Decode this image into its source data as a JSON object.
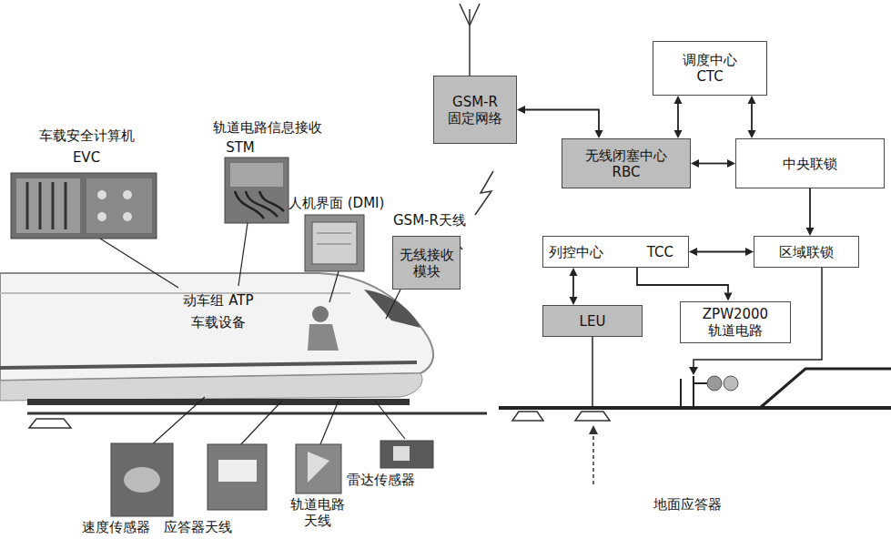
{
  "diagram": {
    "nodes": [
      {
        "text": [
          "GSM-R",
          "固定网络"
        ]
      },
      {
        "text": [
          "调度中心",
          "CTC"
        ]
      },
      {
        "text": [
          "无线闭塞中心",
          "RBC"
        ]
      },
      {
        "text": [
          "中央联锁"
        ]
      },
      {
        "text": [
          "无线接收模块"
        ]
      },
      {
        "text": [
          "列控中心",
          "TCC"
        ]
      },
      {
        "text": [
          "区域联锁"
        ]
      },
      {
        "text": [
          "LEU"
        ]
      },
      {
        "text": [
          "ZPW2000",
          "轨道电路"
        ]
      }
    ],
    "edges": [
      {
        "from": 0,
        "to": 2,
        "arrow": "both"
      },
      {
        "from": 1,
        "to": 2,
        "arrow": "both"
      },
      {
        "from": 1,
        "to": 3,
        "arrow": "both"
      },
      {
        "from": 2,
        "to": 3,
        "arrow": "both"
      },
      {
        "from": 3,
        "to": 6,
        "arrow": "to"
      },
      {
        "from": 5,
        "to": 6,
        "arrow": "both"
      },
      {
        "from": 5,
        "to": 7,
        "arrow": "both"
      },
      {
        "from": 5,
        "to": 8,
        "arrow": "to"
      }
    ],
    "labels": [
      "车载安全计算机",
      "EVC",
      "轨道电路信息接收",
      "STM",
      "人机界面 (DMI)",
      "GSM-R天线",
      "动车组 ATP",
      "车载设备",
      "速度传感器",
      "应答器天线",
      "轨道电路 天线",
      "雷达传感器",
      "地面应答器"
    ]
  }
}
